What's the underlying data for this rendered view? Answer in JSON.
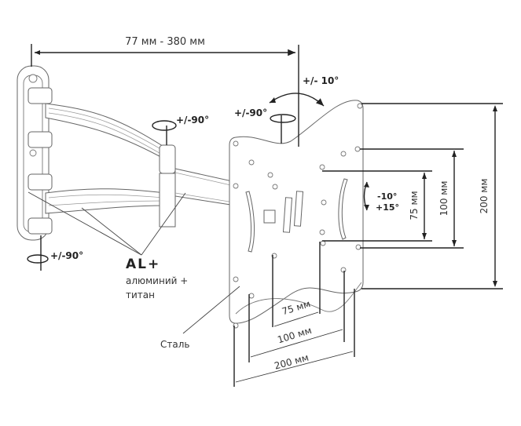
{
  "diagram": {
    "arm_extension": "77 мм - 380 мм",
    "tilt_range": "+/- 10°",
    "swivel_plate": "+/-90°",
    "swivel_arm": "+/-90°",
    "swivel_wall": "+/-90°",
    "rotation_top": "-10°",
    "rotation_bottom": "+15°",
    "vertical_dims": [
      "200 мм",
      "100 мм",
      "75 мм"
    ],
    "horizontal_dims": [
      "75 мм",
      "100 мм",
      "200 мм"
    ],
    "material_brand": "AL+",
    "material_line1": "алюминий +",
    "material_line2": "титан",
    "steel_label": "Сталь"
  }
}
